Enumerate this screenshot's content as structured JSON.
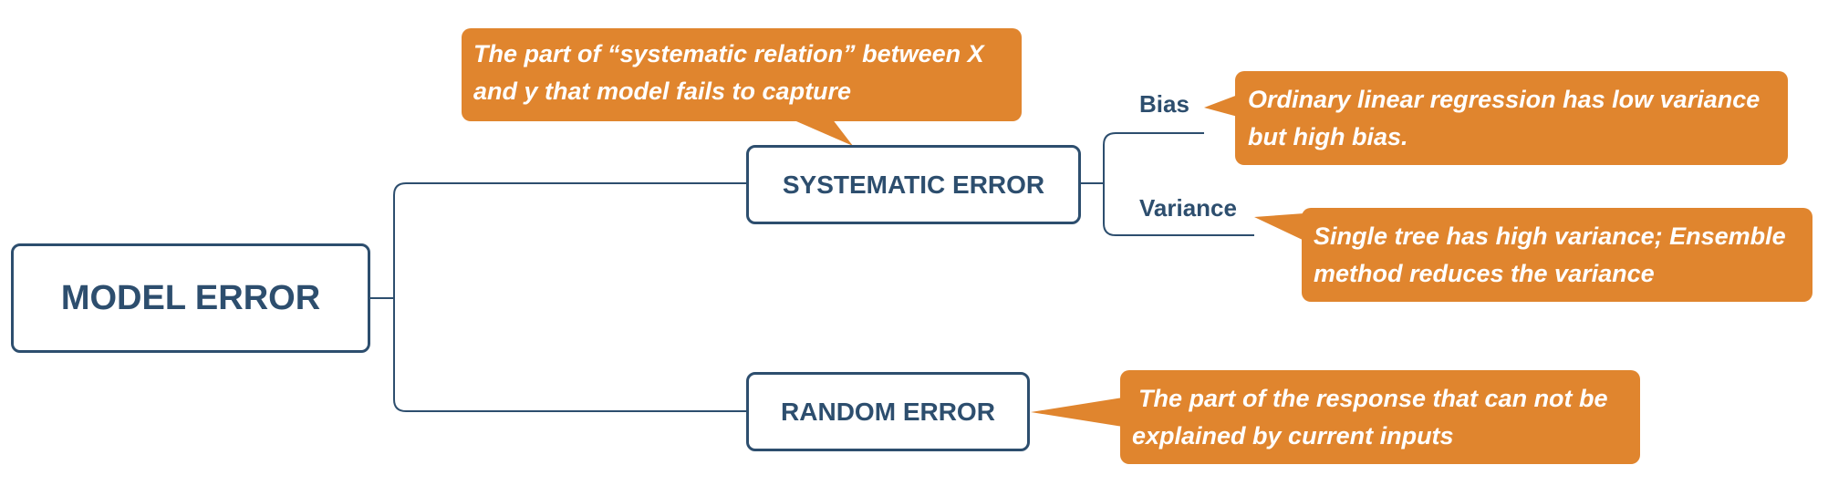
{
  "colors": {
    "node_border": "#2d4e6e",
    "connector": "#2d4e6e",
    "callout_fill": "#e0852e",
    "callout_text": "#ffffff"
  },
  "nodes": {
    "root": "MODEL ERROR",
    "systematic": "SYSTEMATIC ERROR",
    "random": "RANDOM ERROR"
  },
  "labels": {
    "bias": "Bias",
    "variance": "Variance"
  },
  "callouts": {
    "systematic": [
      "The  part of “systematic relation” between X",
      "and y that model fails to capture"
    ],
    "bias": [
      "Ordinary linear regression has low variance",
      "but high bias."
    ],
    "variance": [
      "Single tree has high variance; Ensemble",
      "method reduces the variance"
    ],
    "random": [
      "The part of the response that can not be",
      "explained by current inputs"
    ]
  }
}
